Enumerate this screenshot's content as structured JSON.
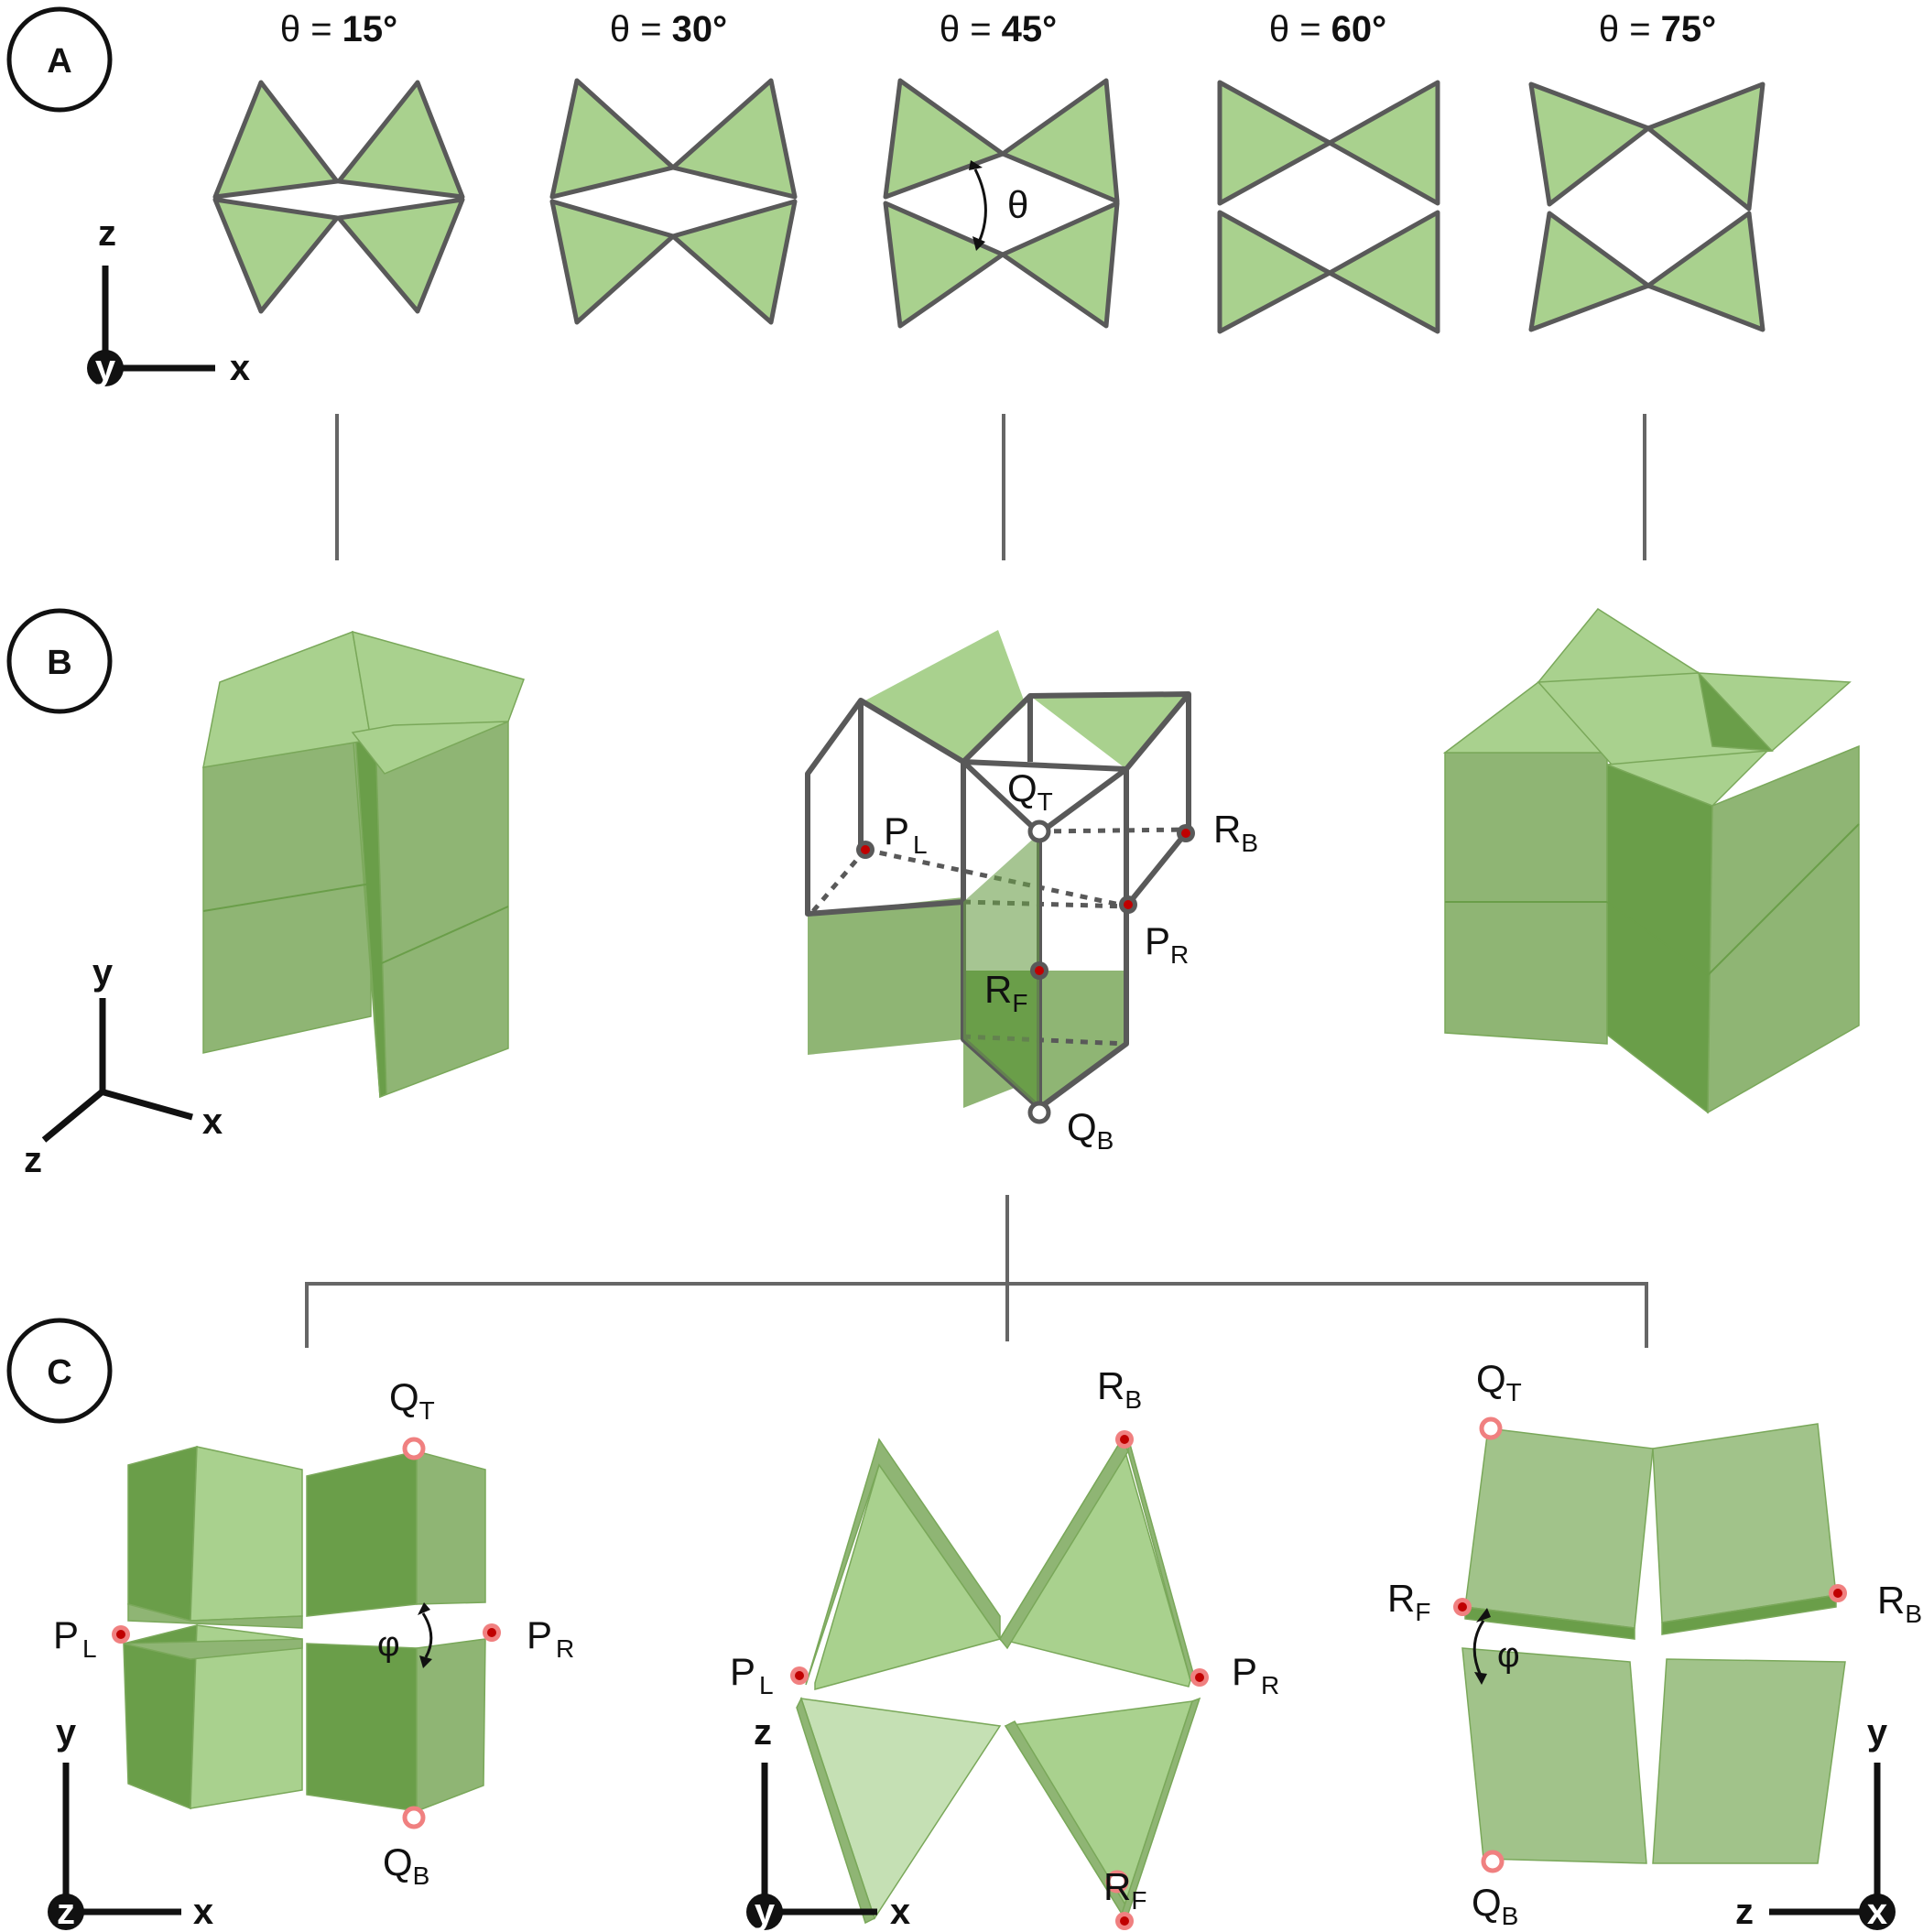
{
  "panels": {
    "a": "A",
    "b": "B",
    "c": "C"
  },
  "theta_row": {
    "prefix": "θ = ",
    "values": [
      "15°",
      "30°",
      "45°",
      "60°",
      "75°"
    ]
  },
  "symbols": {
    "theta": "θ",
    "phi": "φ"
  },
  "axes_a": {
    "vertical": "z",
    "horizontal": "x",
    "origin": "y"
  },
  "axes_b": {
    "vertical": "y",
    "horizontal": "x",
    "diagonal": "z"
  },
  "axes_c1": {
    "vertical": "y",
    "horizontal": "x",
    "origin": "z"
  },
  "axes_c2": {
    "vertical": "z",
    "horizontal": "x",
    "origin": "y"
  },
  "axes_c3": {
    "vertical": "y",
    "horizontal": "z",
    "origin": "x"
  },
  "points": {
    "P": "P",
    "Q": "Q",
    "R": "R",
    "L": "L",
    "R_sub": "R",
    "T": "T",
    "B": "B",
    "F": "F"
  },
  "colors": {
    "light_green": "#a9d18e",
    "mid_green": "#8fb574",
    "dark_green": "#6a9e49",
    "outline": "#595959",
    "marker_red": "#c00000",
    "marker_ring": "#f08080"
  }
}
